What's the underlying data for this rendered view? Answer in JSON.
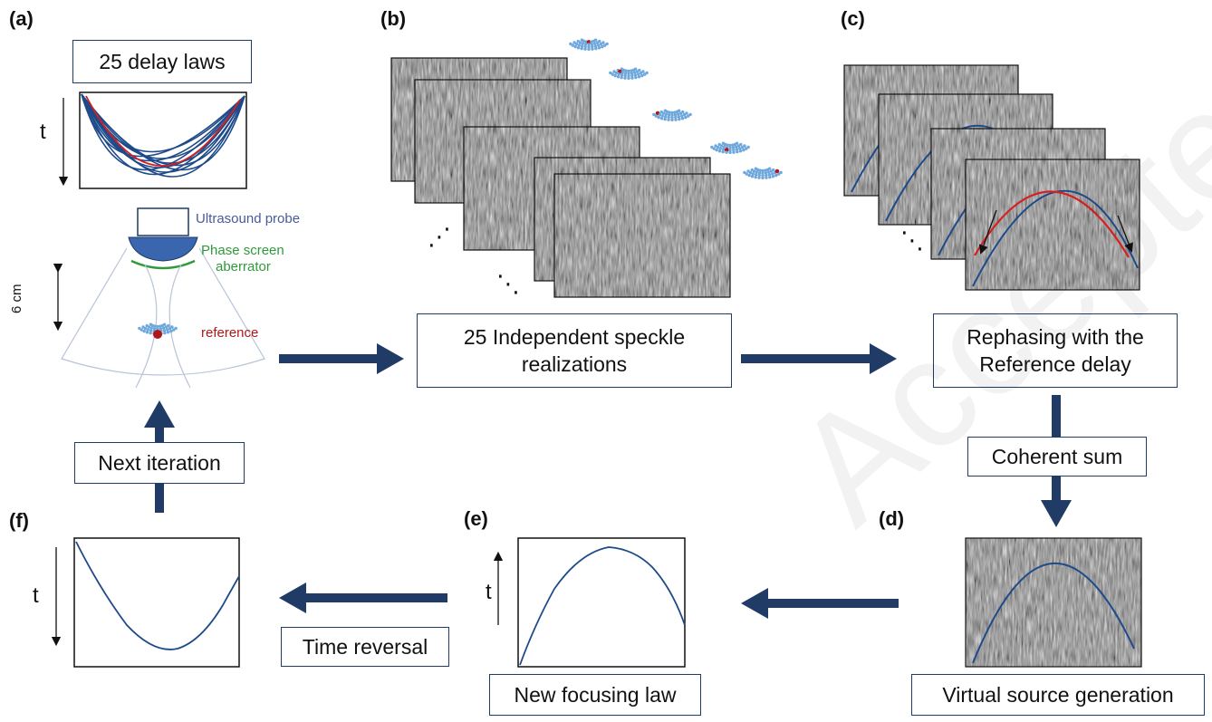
{
  "panels": {
    "a": "(a)",
    "b": "(b)",
    "c": "(c)",
    "d": "(d)",
    "e": "(e)",
    "f": "(f)"
  },
  "a": {
    "delay_laws_box": "25 delay laws",
    "t_label": "t",
    "probe_label": "Ultrasound probe",
    "aberrator_label_1": "Phase screen",
    "aberrator_label_2": "aberrator",
    "depth_label": "6 cm",
    "reference_label": "reference"
  },
  "b": {
    "box_line1": "25 Independent speckle",
    "box_line2": "realizations"
  },
  "c": {
    "box_line1": "Rephasing with the",
    "box_line2": "Reference delay"
  },
  "coherent_sum": "Coherent sum",
  "d": {
    "box": "Virtual source generation"
  },
  "e": {
    "box": "New focusing law",
    "t_label": "t"
  },
  "f": {
    "t_label": "t"
  },
  "time_reversal": "Time reversal",
  "next_iteration": "Next iteration",
  "watermark": "Accepted manuscript",
  "colors": {
    "arrow": "#1f3b66",
    "curve_blue": "#1e4a8a",
    "curve_red": "#d42020",
    "probe_blue": "#3a66b0",
    "aberrator_green": "#2f9a3c",
    "element_dots": "#6fa8dc",
    "reference_red": "#b01818",
    "reference_text": "#b01818",
    "probe_text": "#4a5a9a"
  }
}
